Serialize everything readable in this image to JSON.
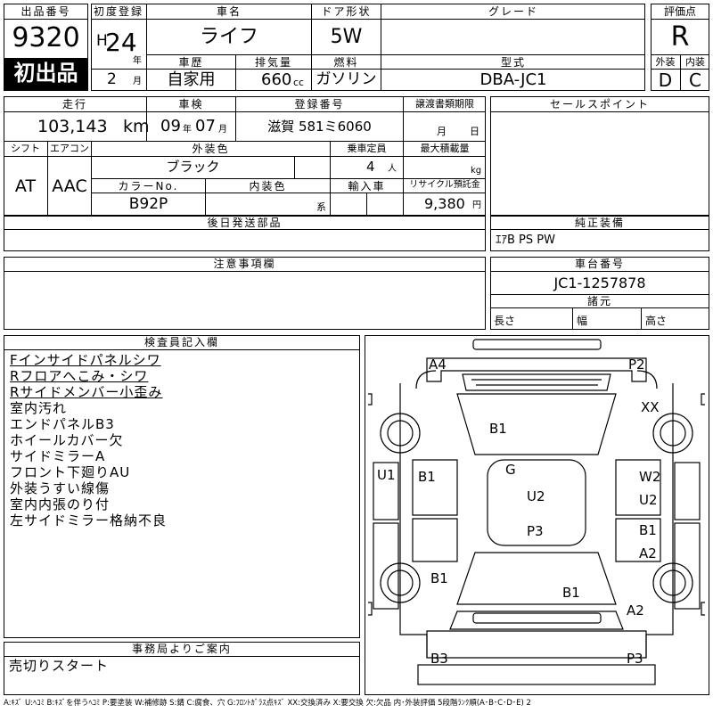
{
  "header": {
    "lot_label": "出品番号",
    "lot_number": "9320",
    "first_listing": "初出品",
    "first_reg_label": "初度登録",
    "era": "H",
    "year": "24",
    "year_unit": "年",
    "month": "2",
    "month_unit": "月",
    "car_name_label": "車名",
    "car_name": "ライフ",
    "door_label": "ドア形状",
    "door": "5W",
    "grade_label": "グレード",
    "grade": "",
    "score_label": "評価点",
    "score": "R",
    "history_label": "車歴",
    "history": "自家用",
    "displacement_label": "排気量",
    "displacement": "660",
    "displacement_unit": "cc",
    "fuel_label": "燃料",
    "fuel": "ガソリン",
    "model_label": "型式",
    "model": "DBA-JC1",
    "exterior_label": "外装",
    "exterior_grade": "D",
    "interior_label": "内装",
    "interior_grade": "C"
  },
  "details": {
    "mileage_label": "走行",
    "mileage": "103,143",
    "mileage_unit": "km",
    "inspection_label": "車検",
    "inspection_year": "09",
    "inspection_year_unit": "年",
    "inspection_month": "07",
    "inspection_month_unit": "月",
    "plate_label": "登録番号",
    "plate": "滋賀 581ミ6060",
    "transfer_label": "譲渡書類期限",
    "transfer_month_unit": "月",
    "transfer_day_unit": "日",
    "shift_label": "シフト",
    "shift": "AT",
    "ac_label": "エアコン",
    "ac": "AAC",
    "color_label": "外装色",
    "color": "ブラック",
    "capacity_label": "乗車定員",
    "capacity": "4",
    "capacity_unit": "人",
    "load_label": "最大積載量",
    "load_unit": "kg",
    "color_no_label": "カラーNo.",
    "color_no": "B92P",
    "interior_color_label": "内装色",
    "interior_color_suffix": "系",
    "import_label": "輸入車",
    "recycle_label": "リサイクル預託金",
    "recycle": "9,380",
    "recycle_unit": "円"
  },
  "sales_point_label": "セールスポイント",
  "later_parts_label": "後日発送部品",
  "equipment": {
    "label": "純正装備",
    "value": "ｴｱB PS PW"
  },
  "notes_label": "注意事項欄",
  "chassis": {
    "label": "車台番号",
    "value": "JC1-1257878",
    "dims_label": "諸元",
    "length": "長さ",
    "width": "幅",
    "height": "高さ"
  },
  "inspector": {
    "label": "検査員記入欄",
    "items": [
      {
        "text": "Fインサイドパネルシワ",
        "u": true
      },
      {
        "text": "Rフロアへこみ・シワ",
        "u": true
      },
      {
        "text": "Rサイドメンバー小歪み",
        "u": true
      },
      {
        "text": "室内汚れ",
        "u": false
      },
      {
        "text": "エンドパネルB3",
        "u": false
      },
      {
        "text": "ホイールカバー欠",
        "u": false
      },
      {
        "text": "サイドミラーA",
        "u": false
      },
      {
        "text": "フロント下廻りAU",
        "u": false
      },
      {
        "text": "外装うすい線傷",
        "u": false
      },
      {
        "text": "室内内張のり付",
        "u": false
      },
      {
        "text": "左サイドミラー格納不良",
        "u": false
      }
    ]
  },
  "office": {
    "label": "事務局よりご案内",
    "value": "売切りスタート"
  },
  "diagram_marks": [
    "A4",
    "P2",
    "XX",
    "B1",
    "G",
    "U1",
    "B1",
    "W2",
    "U2",
    "U2",
    "P3",
    "B1",
    "A2",
    "B1",
    "B1",
    "A2",
    "B3",
    "P3"
  ],
  "legend": "A:ｷｽﾞ U:ﾍｺﾐ B:ｷｽﾞを伴うﾍｺﾐ P:要塗装 W:補修跡 S:錆 C:腐食、穴 G:ﾌﾛﾝﾄｶﾞﾗｽ点ｷｽﾞ XX:交換済み X:要交換 欠:欠品 内･外装評価 5段階ﾗﾝｸ順(A･B･C･D･E) 2"
}
